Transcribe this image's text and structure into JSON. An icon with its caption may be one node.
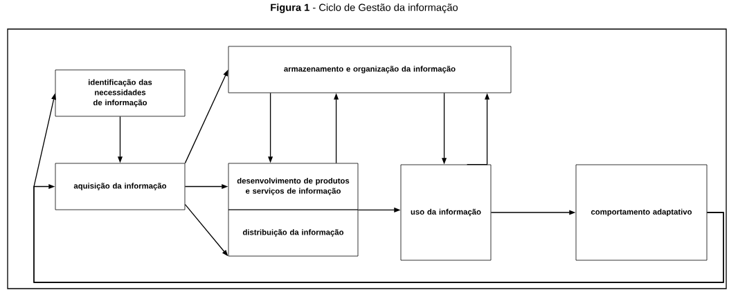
{
  "diagram": {
    "title": "**Figura 1** - Ciclo de Gestão da informação",
    "nodes": [
      {
        "text": [
          "identificação das necessidades de informação"
        ]
      },
      {
        "text": [
          "aquisição da informação"
        ]
      },
      {
        "text": [
          "armazenamento e organização da informação"
        ]
      },
      {
        "text": [
          "desenvolvimento de produtos e serviços de informação"
        ]
      },
      {
        "text": [
          "distribuição da informação"
        ]
      },
      {
        "text": [
          "uso da informação"
        ]
      },
      {
        "text": [
          "comportamento adaptativo"
        ]
      }
    ],
    "edges": [
      {
        "from": 0,
        "to": 1,
        "arrow": "to"
      },
      {
        "from": 1,
        "to": 2,
        "arrow": "to"
      },
      {
        "from": 1,
        "to": 3,
        "arrow": "to"
      },
      {
        "from": 1,
        "to": 4,
        "arrow": "to"
      },
      {
        "from": 2,
        "to": 3,
        "arrow": "to"
      },
      {
        "from": 3,
        "to": 2,
        "arrow": "to"
      },
      {
        "from": 2,
        "to": 5,
        "arrow": "to"
      },
      {
        "from": 5,
        "to": 2,
        "arrow": "to"
      },
      {
        "from": 3,
        "to": 5,
        "arrow": "to"
      },
      {
        "from": 5,
        "to": 6,
        "arrow": "to"
      },
      {
        "from": 6,
        "to": 1,
        "arrow": "to"
      },
      {
        "from": 6,
        "to": 0,
        "arrow": "to"
      }
    ]
  }
}
